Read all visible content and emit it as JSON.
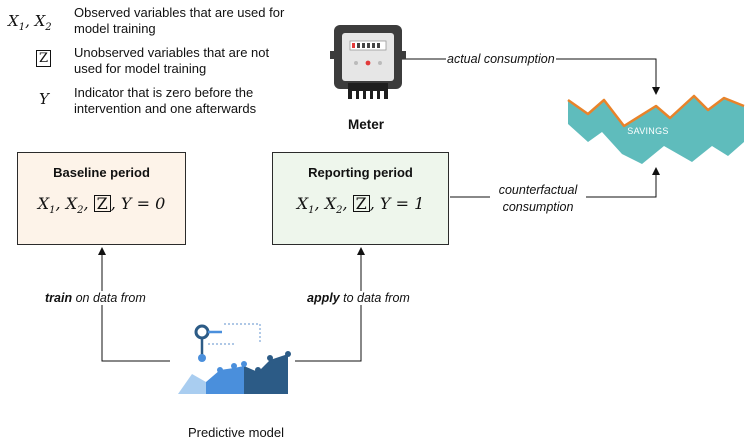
{
  "legend": {
    "items": [
      {
        "symbol": "X_1, X_2",
        "text_lines": [
          "Observed variables that are used for",
          "model training"
        ]
      },
      {
        "symbol": "Z",
        "text_lines": [
          "Unobserved variables that are not",
          "used for model training"
        ]
      },
      {
        "symbol": "Y",
        "text_lines": [
          "Indicator that is zero before the",
          "intervention and one afterwards"
        ]
      }
    ]
  },
  "meter": {
    "label": "Meter",
    "icon": "electricity-meter-icon"
  },
  "savings": {
    "label": "SAVINGS",
    "fill_color": "#5fbcbc",
    "top_line_color": "#e8832a"
  },
  "edges": {
    "actual": "actual consumption",
    "counterfactual_line1": "counterfactual",
    "counterfactual_line2": "consumption",
    "train_bold": "train",
    "train_rest": " on data from",
    "apply_bold": "apply",
    "apply_rest": " to data from"
  },
  "baseline": {
    "title": "Baseline period",
    "formula_prefix": "X_1, X_2,",
    "formula_z": "Z",
    "formula_suffix": ", Y = 0",
    "fill": "#fdf3e9"
  },
  "reporting": {
    "title": "Reporting period",
    "formula_prefix": "X_1, X_2,",
    "formula_z": "Z",
    "formula_suffix": ", Y = 1",
    "fill": "#eef6ec"
  },
  "model": {
    "label": "Predictive model",
    "icon": "predictive-model-chart-icon"
  },
  "colors": {
    "stroke": "#111111",
    "chart_light": "#a9cdf0",
    "chart_mid": "#4a8fdc",
    "chart_dark": "#2c5b86"
  }
}
